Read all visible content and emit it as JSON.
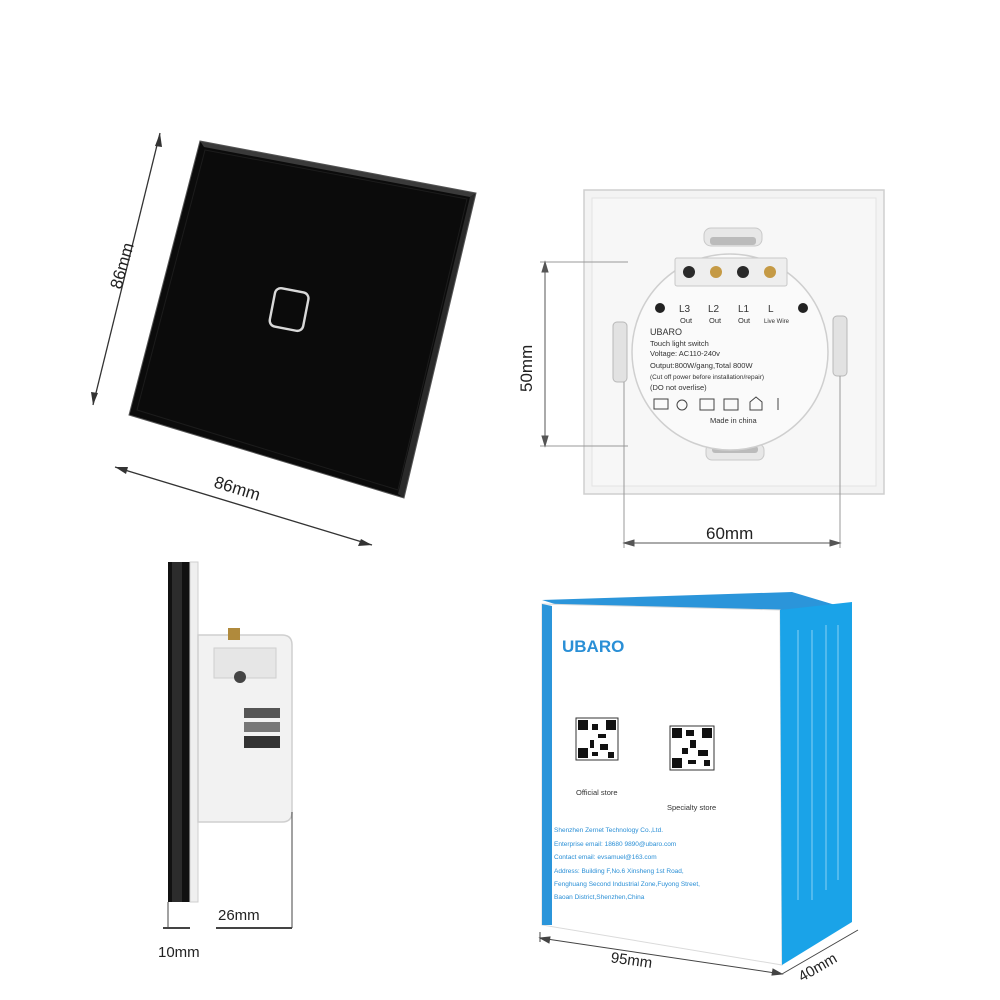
{
  "dimensions": {
    "front_height": "86mm",
    "front_width": "86mm",
    "back_mount_height": "50mm",
    "back_mount_width": "60mm",
    "side_depth": "26mm",
    "side_panel": "10mm",
    "box_width": "95mm",
    "box_depth": "40mm"
  },
  "back_label": {
    "terminals": [
      "L3",
      "L2",
      "L1",
      "L"
    ],
    "terminal_subs": [
      "Out",
      "Out",
      "Out",
      "Live Wire"
    ],
    "brand": "UBARO",
    "lines": [
      "Touch light switch",
      "Voltage: AC110-240v",
      "Output:800W/gang,Total 800W",
      "(Cut off power before installation/repair)",
      "(DO not overlise)"
    ],
    "made_in": "Made in china"
  },
  "box": {
    "brand": "UBARO",
    "qr_left_caption": "Official store",
    "qr_right_caption": "Specialty store",
    "company_lines": [
      "Shenzhen Zernet Technology Co.,Ltd.",
      "Enterprise email: 18680 9890@ubaro.com",
      "Contact email: evsamuel@163.com",
      "Address: Building F,No.6 Xinsheng 1st Road,",
      "Fenghuang Second Industrial Zone,Fuyong Street,",
      "Baoan District,Shenzhen,China"
    ]
  },
  "colors": {
    "panel_black": "#0b0b0b",
    "panel_frame": "#e8e8e8",
    "box_blue": "#1aa3e8",
    "box_text_blue": "#2a8fd6"
  }
}
